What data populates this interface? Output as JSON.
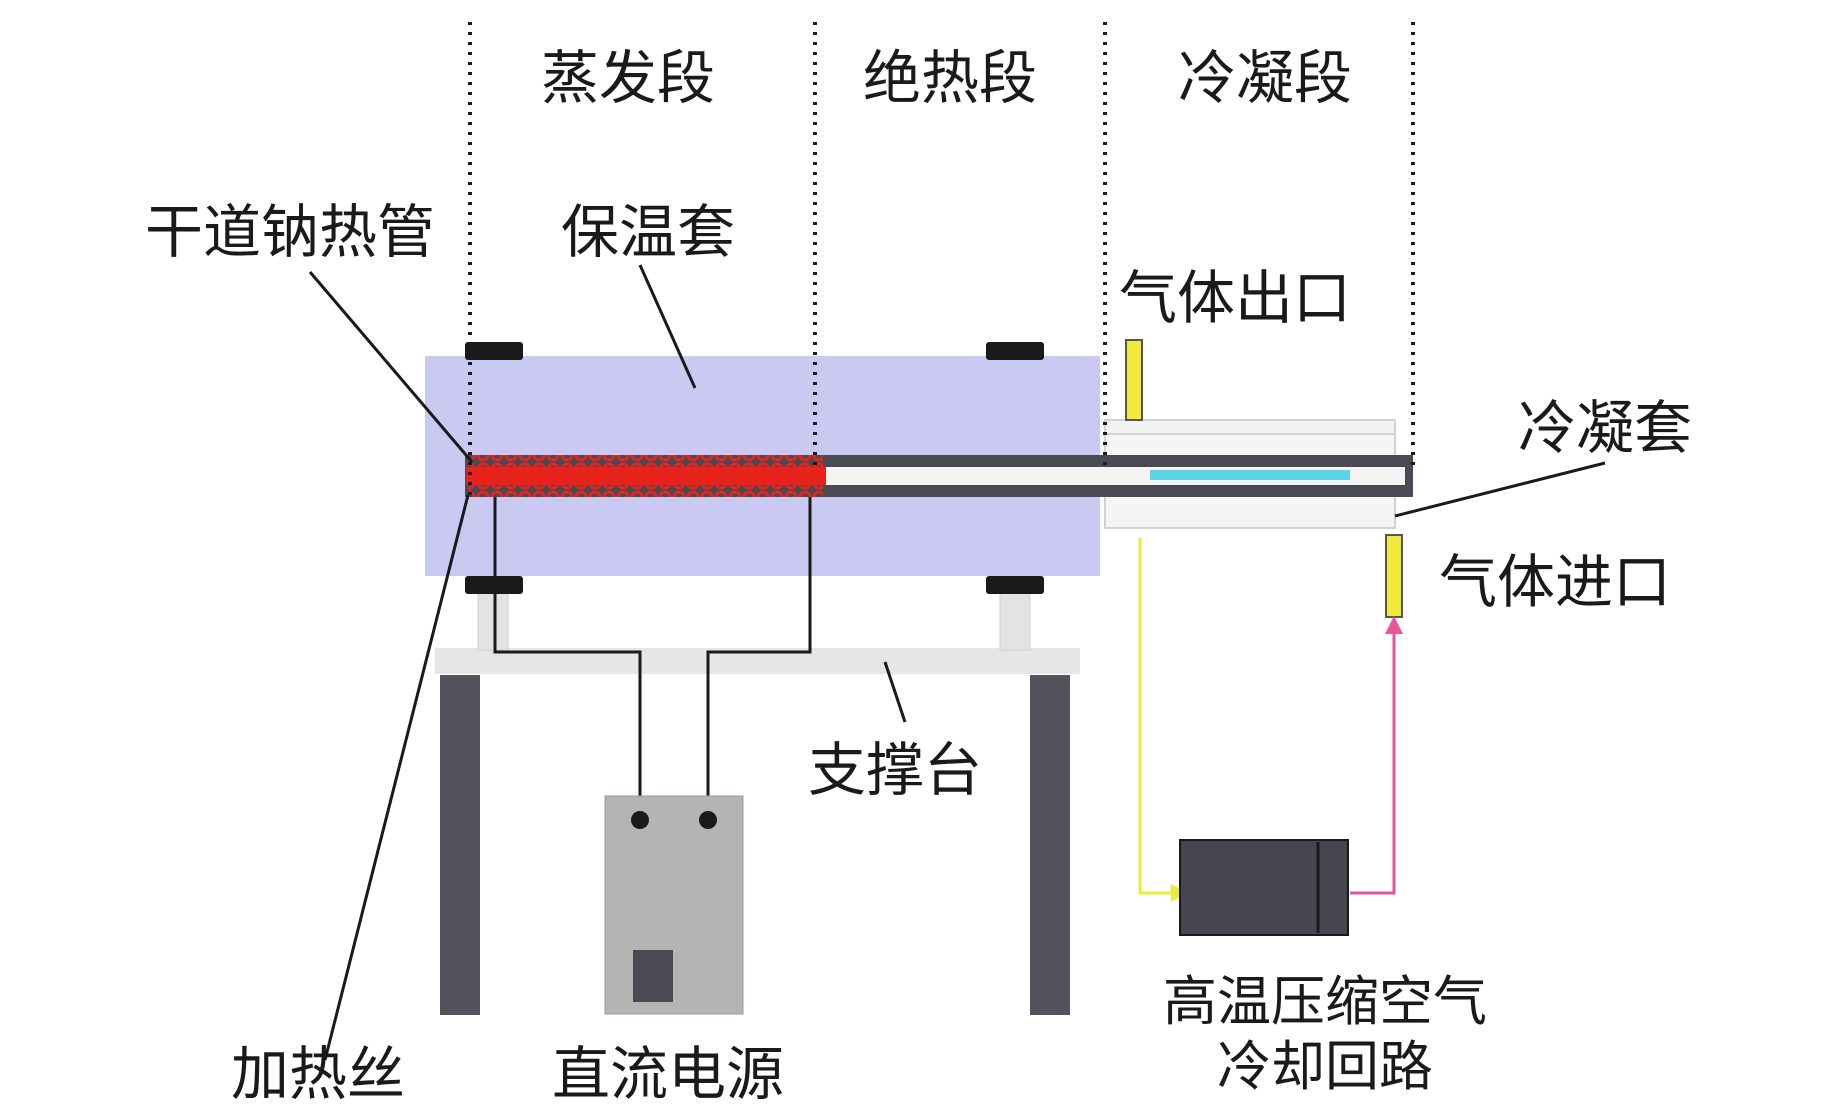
{
  "sections": {
    "evaporator": "蒸发段",
    "adiabatic": "绝热段",
    "condenser": "冷凝段"
  },
  "labels": {
    "heat_pipe": "干道钠热管",
    "insulation": "保温套",
    "gas_outlet": "气体出口",
    "condensing_jacket": "冷凝套",
    "gas_inlet": "气体进口",
    "support_table": "支撑台",
    "heating_wire": "加热丝",
    "dc_power": "直流电源",
    "cooling_loop_line1": "高温压缩空气",
    "cooling_loop_line2": "冷却回路"
  },
  "colors": {
    "insulation_fill": "#c9c9f2",
    "heater_red": "#e8231c",
    "pipe_dark": "#4a4a55",
    "gas_port_yellow": "#f2ea3a",
    "inlet_arrow_pink": "#e8559b",
    "outlet_line_yellow": "#e9ec3c",
    "coolant_cyan": "#5fd3e6",
    "table_gray": "#e6e6e6",
    "leg_dark": "#53535e",
    "power_box_gray": "#b2b5b2",
    "compressor_dark": "#46464e"
  }
}
